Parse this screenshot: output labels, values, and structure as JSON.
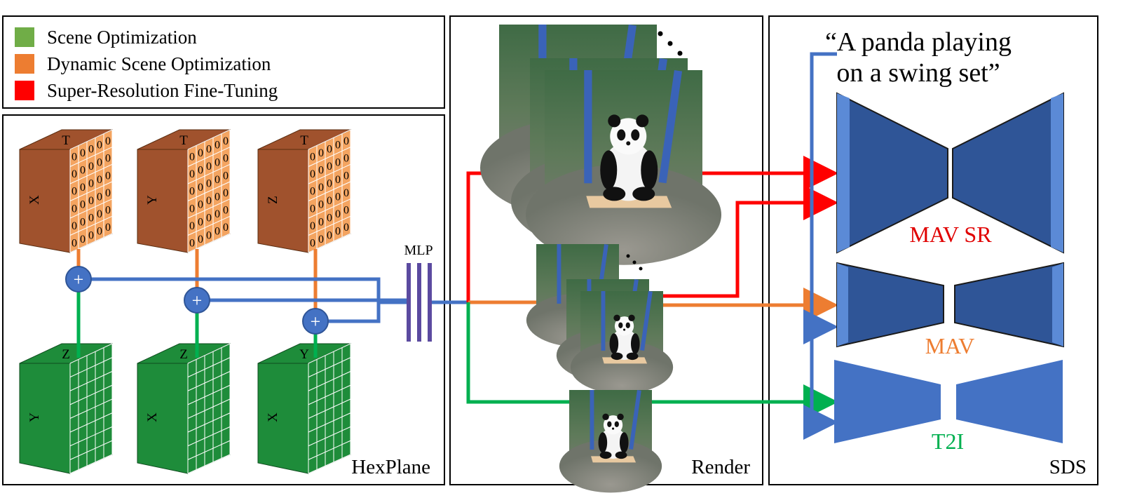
{
  "legend": {
    "items": [
      {
        "label": "Scene Optimization",
        "color": "#70ad47"
      },
      {
        "label": "Dynamic Scene Optimization",
        "color": "#ed7d31"
      },
      {
        "label": "Super-Resolution Fine-Tuning",
        "color": "#ff0000"
      }
    ]
  },
  "hexplane": {
    "title": "HexPlane",
    "temporal_planes": [
      {
        "top": "T",
        "side": "X"
      },
      {
        "top": "T",
        "side": "Y"
      },
      {
        "top": "T",
        "side": "Z"
      }
    ],
    "spatial_planes": [
      {
        "top": "Z",
        "side": "Y"
      },
      {
        "top": "Z",
        "side": "X"
      },
      {
        "top": "Y",
        "side": "X"
      }
    ],
    "cell_value": "0",
    "combine_symbol": "+",
    "mlp_label": "MLP"
  },
  "render": {
    "title": "Render"
  },
  "sds": {
    "title": "SDS",
    "prompt_line1": "“A panda playing",
    "prompt_line2": "on a swing set”",
    "models": [
      {
        "label": "MAV SR",
        "color": "#e00000"
      },
      {
        "label": "MAV",
        "color": "#ed7d31"
      },
      {
        "label": "T2I",
        "color": "#00b050"
      }
    ]
  },
  "colors": {
    "blue": "#4472c4",
    "green": "#00b050",
    "orange": "#ed7d31",
    "red": "#ff0000",
    "plane_dark": "#a0522d",
    "plane_cell": "#f4a460",
    "spatial": "#1e8c3a"
  }
}
